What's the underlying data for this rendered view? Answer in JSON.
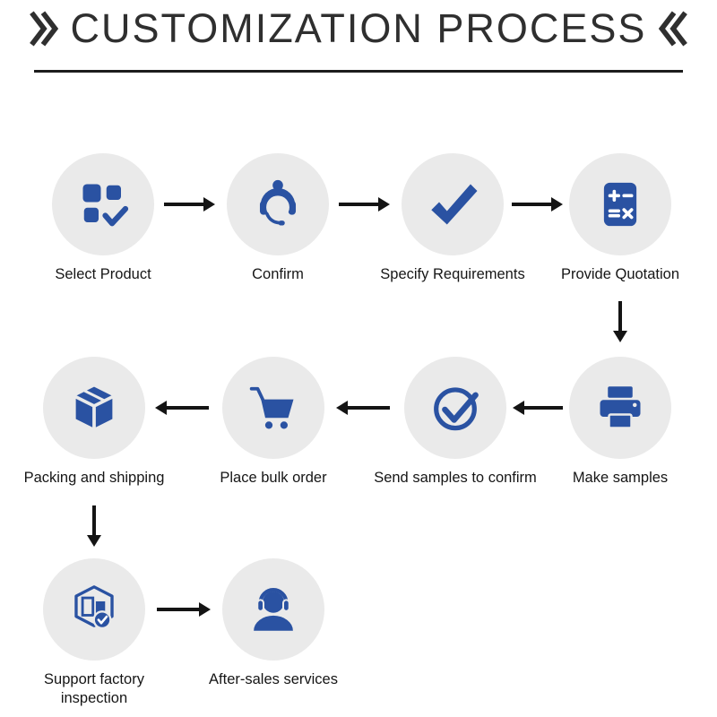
{
  "title": {
    "text": "CUSTOMIZATION PROCESS"
  },
  "decor": {
    "left_mark": "》",
    "right_mark": "《"
  },
  "colors": {
    "icon_blue": "#2a52a2",
    "circle_bg": "#eaeaea",
    "arrow_black": "#141414",
    "title_color": "#2f2f2f"
  },
  "steps": [
    {
      "label": "Select Product",
      "icon": "product-grid-check-icon"
    },
    {
      "label": "Confirm",
      "icon": "customer-service-agent-icon"
    },
    {
      "label": "Specify Requirements",
      "icon": "checkmark-icon"
    },
    {
      "label": "Provide Quotation",
      "icon": "calculator-icon"
    },
    {
      "label": "Make samples",
      "icon": "printer-icon"
    },
    {
      "label": "Send samples to confirm",
      "icon": "circle-check-icon"
    },
    {
      "label": "Place bulk order",
      "icon": "shopping-cart-icon"
    },
    {
      "label": "Packing and shipping",
      "icon": "package-box-icon"
    },
    {
      "label": "Support factory inspection",
      "icon": "factory-inspection-icon"
    },
    {
      "label": "After-sales services",
      "icon": "headset-support-icon"
    }
  ]
}
